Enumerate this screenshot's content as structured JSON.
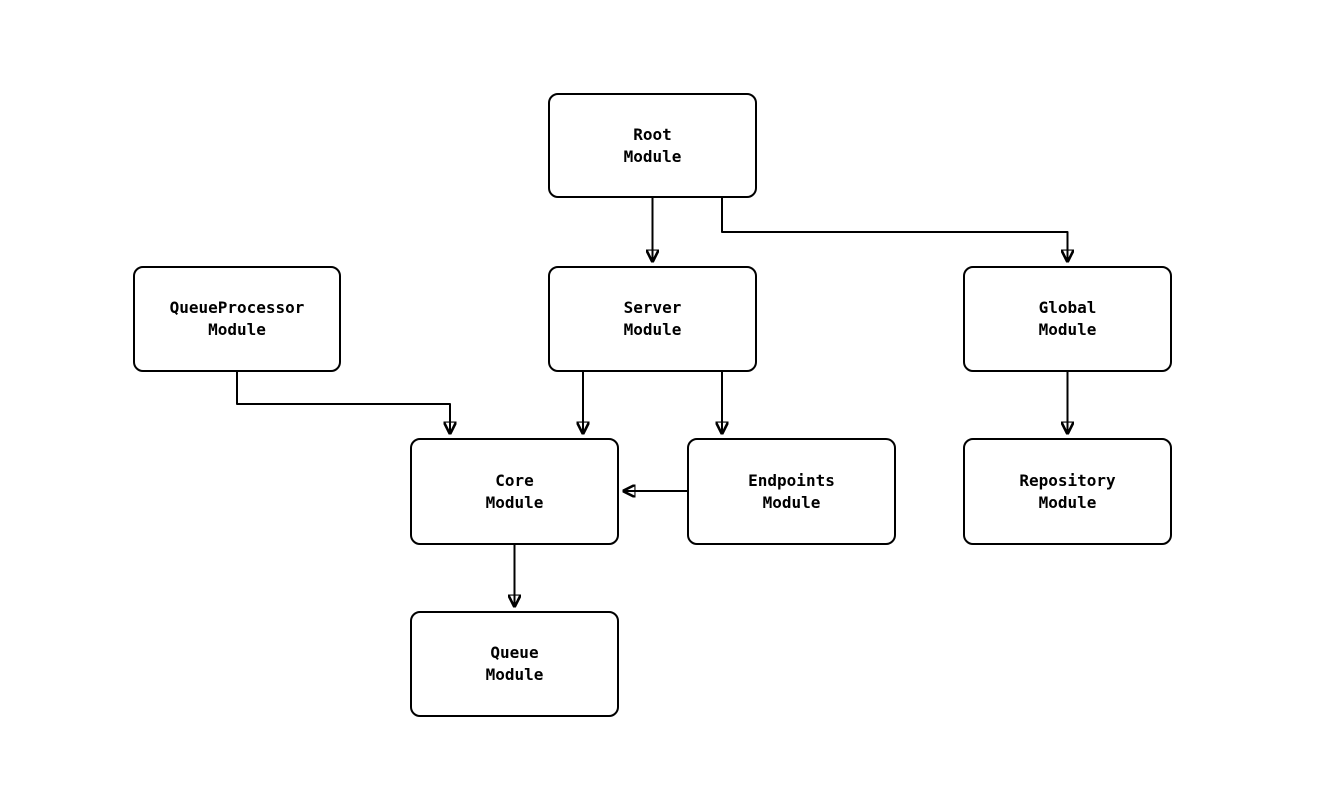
{
  "diagram": {
    "type": "flowchart",
    "background": "#ffffff",
    "colors": {
      "node_fill": "#ffffff",
      "node_border": "#000000",
      "edge": "#000000",
      "text": "#000000"
    },
    "nodes": {
      "root": {
        "label": "Root\nModule"
      },
      "queueProcessor": {
        "label": "QueueProcessor\nModule"
      },
      "server": {
        "label": "Server\nModule"
      },
      "global": {
        "label": "Global\nModule"
      },
      "core": {
        "label": "Core\nModule"
      },
      "endpoints": {
        "label": "Endpoints\nModule"
      },
      "repository": {
        "label": "Repository\nModule"
      },
      "queue": {
        "label": "Queue\nModule"
      }
    },
    "edges": [
      {
        "from": "Root Module",
        "to": "Server Module"
      },
      {
        "from": "Root Module",
        "to": "Global Module"
      },
      {
        "from": "QueueProcessor Module",
        "to": "Core Module"
      },
      {
        "from": "Server Module",
        "to": "Core Module"
      },
      {
        "from": "Server Module",
        "to": "Endpoints Module"
      },
      {
        "from": "Endpoints Module",
        "to": "Core Module"
      },
      {
        "from": "Global Module",
        "to": "Repository Module"
      },
      {
        "from": "Core Module",
        "to": "Queue Module"
      }
    ]
  }
}
